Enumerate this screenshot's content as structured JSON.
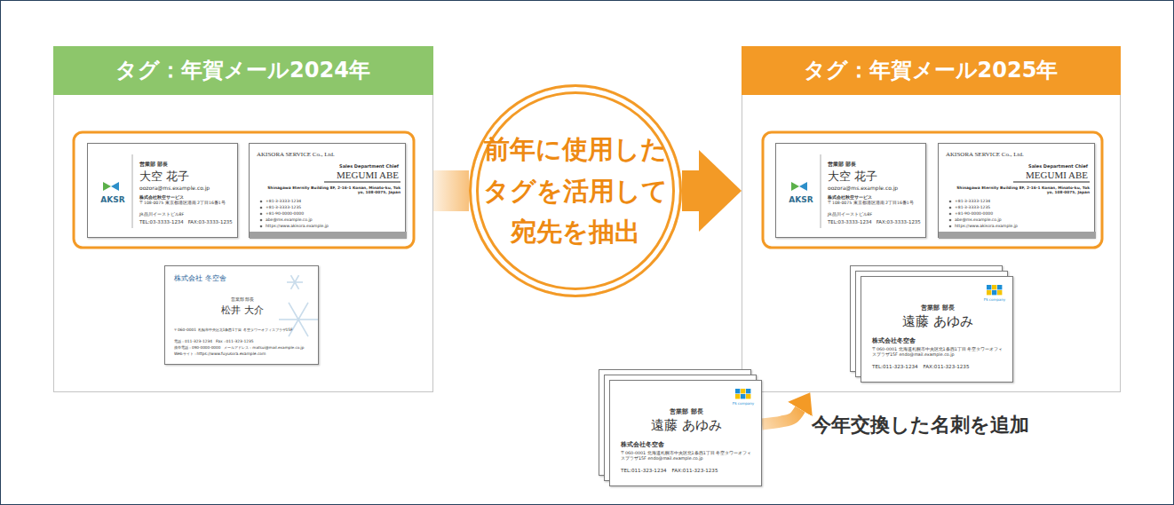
{
  "diagram": {
    "nodes": [
      {
        "text": [
          "タグ：年賀メール2024年"
        ]
      },
      {
        "text": [
          "AKSR",
          "営業部 部長",
          "大空 花子",
          "oozora@ms.example.co.jp",
          "株式会社秋空サービス",
          "〒108-0075 東京都港区港南 2丁目16番1号",
          "JR品川イーストビル8F",
          "TEL:03-3333-1234　FAX:03-3333-1235"
        ],
        "in": 0
      },
      {
        "text": [
          "AKISORA SERVICE Co., Ltd.",
          "Sales Department Chief",
          "MEGUMI ABE",
          "Shinagawa Eternity Building 8F, 2-16-1 Konan, Minato-ku, Tokyo, 108-0075, Japan",
          "+81-3-3333-1234",
          "+81-3-3333-1235",
          "+81-90-0000-0000",
          "abe@ms.example.co.jp",
          "https://www.akisora.example.jp"
        ],
        "in": 0
      },
      {
        "text": [
          "株式会社 冬空舎",
          "営業部 部長",
          "松井 大介",
          "〒060-0001 札幌市中央区北1条西1丁目 冬空タワーオフィスプラザ15F",
          "電話：011-323-1234　Fax：011-323-1235",
          "携帯電話：090-0000-0000　メールアドレス：matsui@mail.example.co.jp",
          "Webサイト：https://www.fuyusora.example.com"
        ],
        "in": 0
      },
      {
        "text": [
          "前年に使用したタグを活用して宛先を抽出"
        ]
      },
      {
        "text": [
          "タグ：年賀メール2025年"
        ]
      },
      {
        "text": [
          "AKSR",
          "営業部 部長",
          "大空 花子",
          "oozora@ms.example.co.jp",
          "株式会社秋空サービス",
          "〒108-0075 東京都港区港南 2丁目16番1号",
          "JR品川イーストビル8F",
          "TEL:03-3333-1234　FAX:03-3333-1235"
        ],
        "in": 5
      },
      {
        "text": [
          "AKISORA SERVICE Co., Ltd.",
          "Sales Department Chief",
          "MEGUMI ABE",
          "Shinagawa Eternity Building 8F, 2-16-1 Konan, Minato-ku, Tokyo, 108-0075, Japan",
          "+81-3-3333-1234",
          "+81-3-3333-1235",
          "+81-90-0000-0000",
          "abe@ms.example.co.jp",
          "https://www.akisora.example.jp"
        ],
        "in": 5
      },
      {
        "text": [
          "FS company",
          "営業部 部長",
          "遠藤 あゆみ",
          "株式会社冬空舎",
          "〒060-0001 北海道札幌市中央区北1条西1丁目 冬空タワーオフィスプラザ15F endo@mail.example.co.jp",
          "TEL:011-323-1234　FAX:011-323-1235"
        ],
        "in": 5
      },
      {
        "text": [
          "FS company",
          "営業部 部長",
          "遠藤 あゆみ",
          "株式会社冬空舎",
          "〒060-0001 北海道札幌市中央区北1条西1丁目 冬空タワーオフィスプラザ15F endo@mail.example.co.jp",
          "TEL:011-323-1234　FAX:011-323-1235"
        ]
      }
    ],
    "edges": [
      {
        "from": 0,
        "to": 4,
        "arrow": "none"
      },
      {
        "from": 4,
        "to": 5,
        "arrow": "to"
      },
      {
        "from": 9,
        "to": 5,
        "arrow": "to"
      }
    ],
    "labels": [
      "今年交換した名刺を追加"
    ]
  }
}
